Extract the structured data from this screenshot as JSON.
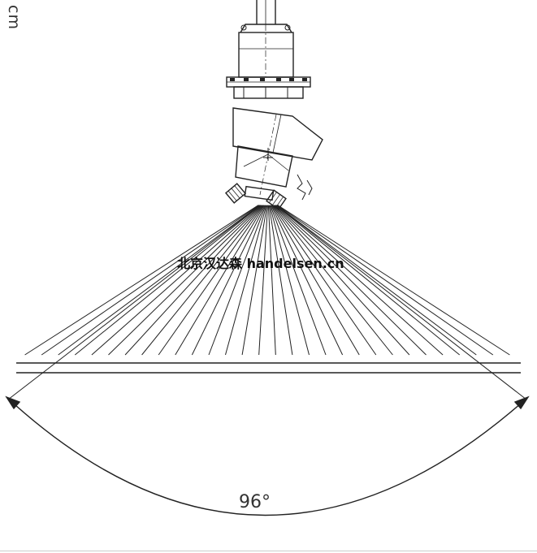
{
  "unit_label": "cm",
  "watermark": "北京汉达森 handelsen.cn",
  "spray_angle_label": "96°",
  "colors": {
    "line": "#222222",
    "background": "#ffffff",
    "footer_rule": "#cccccc"
  },
  "icons": [
    "spray-nozzle-icon",
    "flange-icon",
    "spray-fan-icon",
    "angle-arc-icon"
  ]
}
